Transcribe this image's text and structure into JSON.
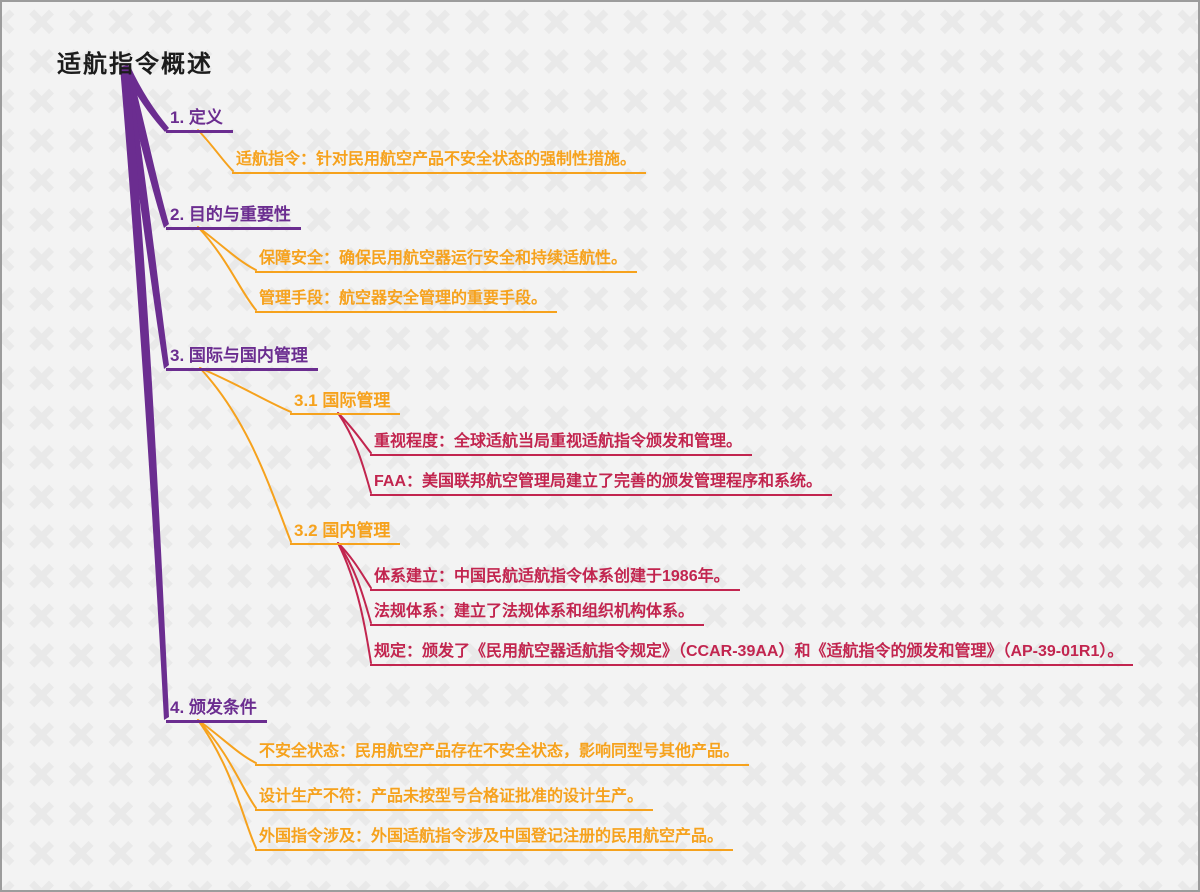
{
  "colors": {
    "ink": "#1c1c1c",
    "purple": "#6b2d90",
    "orange": "#f6a21d",
    "red": "#c2254f"
  },
  "mindmap": {
    "root": {
      "label": "适航指令概述"
    },
    "branches": [
      {
        "label": "1. 定义",
        "children": [
          {
            "label": "适航指令：针对民用航空产品不安全状态的强制性措施。"
          }
        ]
      },
      {
        "label": "2. 目的与重要性",
        "children": [
          {
            "label": "保障安全：确保民用航空器运行安全和持续适航性。"
          },
          {
            "label": "管理手段：航空器安全管理的重要手段。"
          }
        ]
      },
      {
        "label": "3. 国际与国内管理",
        "children": [
          {
            "label": "3.1 国际管理",
            "children": [
              {
                "label": "重视程度：全球适航当局重视适航指令颁发和管理。"
              },
              {
                "label": "FAA：美国联邦航空管理局建立了完善的颁发管理程序和系统。"
              }
            ]
          },
          {
            "label": "3.2 国内管理",
            "children": [
              {
                "label": "体系建立：中国民航适航指令体系创建于1986年。"
              },
              {
                "label": "法规体系：建立了法规体系和组织机构体系。"
              },
              {
                "label": "规定：颁发了《民用航空器适航指令规定》（CCAR-39AA）和《适航指令的颁发和管理》（AP-39-01R1）。"
              }
            ]
          }
        ]
      },
      {
        "label": "4. 颁发条件",
        "children": [
          {
            "label": "不安全状态：民用航空产品存在不安全状态，影响同型号其他产品。"
          },
          {
            "label": "设计生产不符：产品未按型号合格证批准的设计生产。"
          },
          {
            "label": "外国指令涉及：外国适航指令涉及中国登记注册的民用航空产品。"
          }
        ]
      }
    ]
  }
}
